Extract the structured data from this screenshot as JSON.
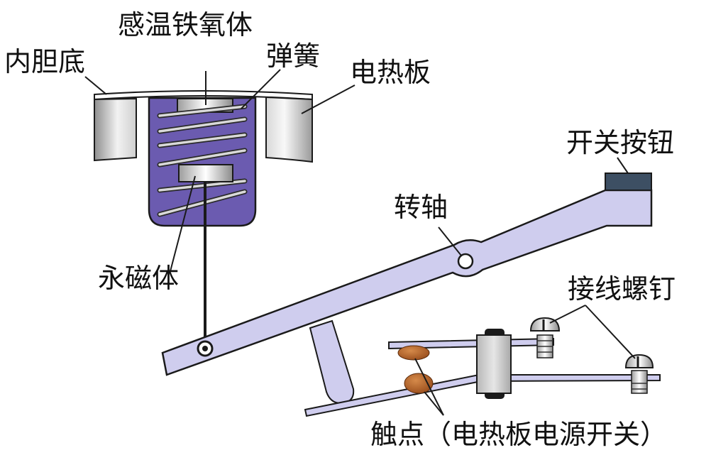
{
  "labels": {
    "sensing_ferrite": "感温铁氧体",
    "inner_tank_bottom": "内胆底",
    "spring": "弹簧",
    "heating_plate": "电热板",
    "switch_button": "开关按钮",
    "pivot_shaft": "转轴",
    "permanent_magnet": "永磁体",
    "terminal_screw": "接线螺钉",
    "contacts": "触点（电热板电源开关）"
  },
  "colors": {
    "magnet_housing": "#6b5bb0",
    "lever": "#cfcdee",
    "heating_plate_gradient_dark": "#9a9a9a",
    "heating_plate_gradient_light": "#f4f4f4",
    "contact": "#b8642a",
    "button": "#3d4f63",
    "outline": "#1a1a1a"
  }
}
